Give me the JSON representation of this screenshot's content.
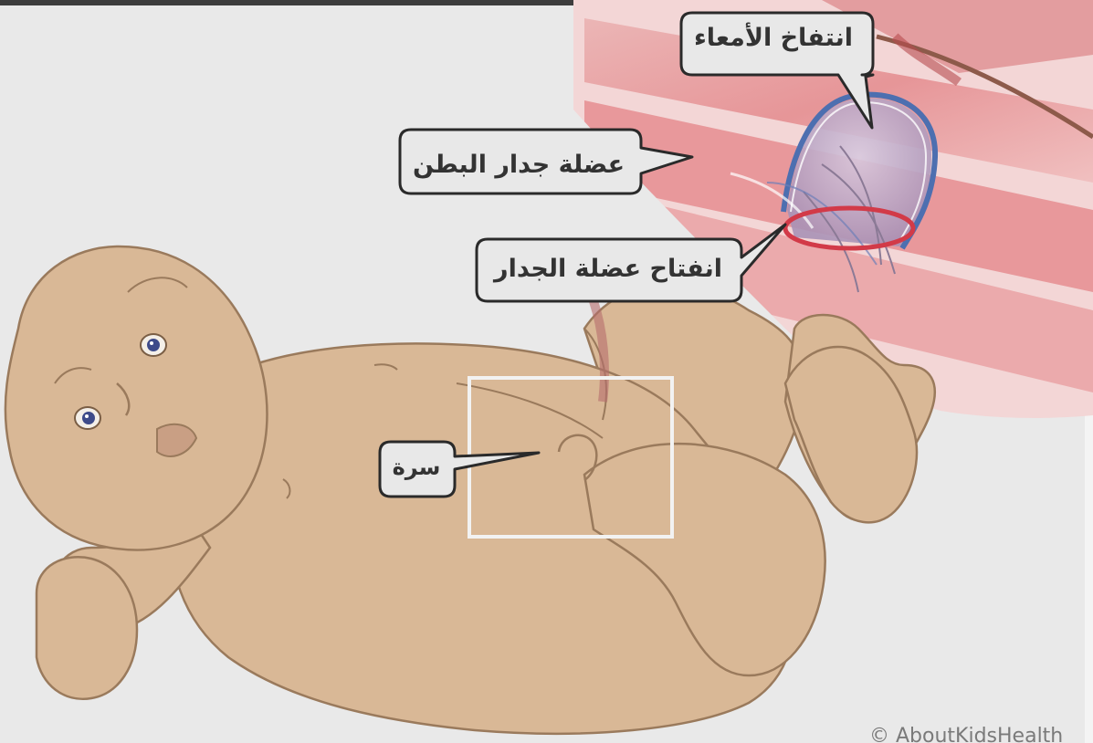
{
  "labels": {
    "herniation": "انتفاخ الأمعاء",
    "abdominal_wall_muscle": "عضلة جدار البطن",
    "wall_muscle_opening": "انفتاح عضلة الجدار",
    "navel": "سرة"
  },
  "watermark": "© AboutKidsHealth",
  "colors": {
    "background": "#e9e9e9",
    "skin": "#d9b896",
    "skin_outline": "#9a7a5c",
    "muscle": "#e07a7e",
    "muscle_light": "#f3c9c9",
    "hernia_sac": "#c7b6cf",
    "opening_ring": "#d23a48",
    "vessel_blue": "#4d6fb0",
    "callout_fill": "#e8e8e8",
    "callout_border": "#2a2a2a",
    "highlight_box": "#f2f2f2"
  }
}
